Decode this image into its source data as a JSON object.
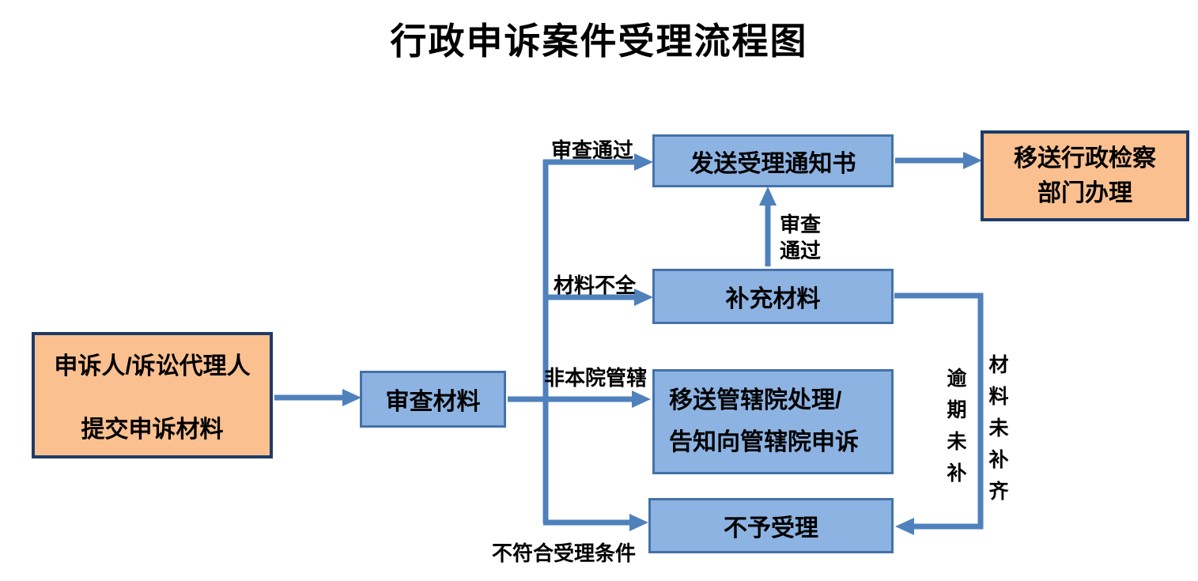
{
  "title": "行政申诉案件受理流程图",
  "nodes": {
    "applicant": {
      "line1": "申诉人/诉讼代理人",
      "line2": "提交申诉材料"
    },
    "review_materials": {
      "label": "审查材料"
    },
    "send_notice": {
      "label": "发送受理通知书"
    },
    "transfer_procuratorate": {
      "line1": "移送行政检察",
      "line2": "部门办理"
    },
    "supplement_materials": {
      "label": "补充材料"
    },
    "transfer_jurisdiction": {
      "line1": "移送管辖院处理/",
      "line2": "告知向管辖院申诉"
    },
    "reject": {
      "label": "不予受理"
    }
  },
  "edge_labels": {
    "review_passed_top": "审查通过",
    "materials_incomplete": "材料不全",
    "not_this_court_jurisdiction": "非本院管辖",
    "not_meet_conditions": "不符合受理条件",
    "review_passed_line1": "审查",
    "review_passed_line2": "通过",
    "overdue_not_supplemented": "逾期未补",
    "materials_not_completed": "材料未补齐"
  },
  "colors": {
    "orange_fill": "#FAC090",
    "orange_border": "#1F3B66",
    "blue_fill": "#8DB3E2",
    "blue_border": "#4472A8",
    "arrow": "#4F81BD"
  }
}
